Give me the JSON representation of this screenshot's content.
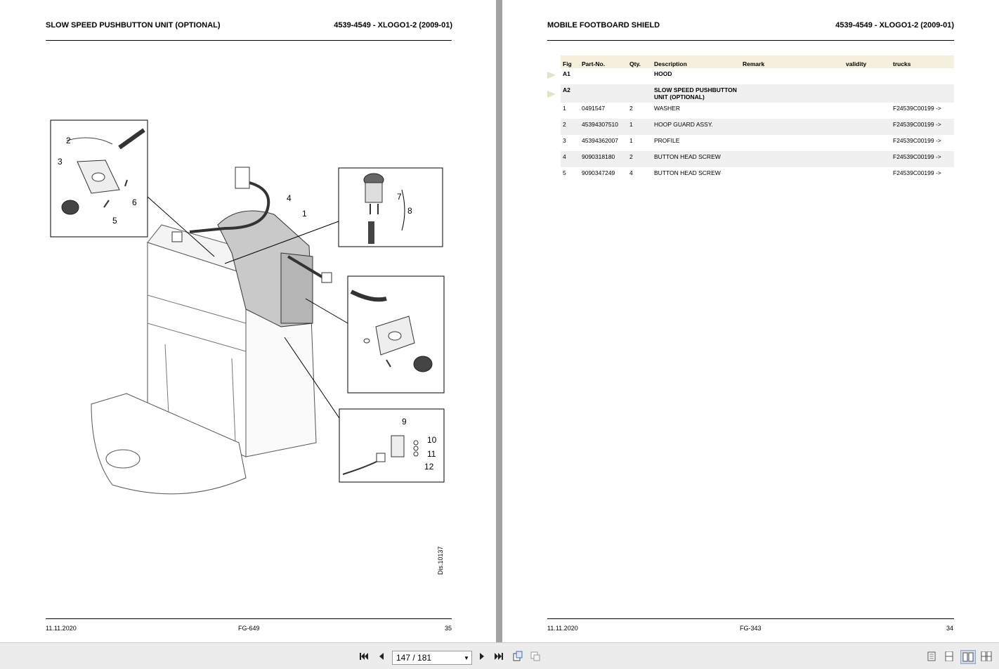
{
  "left_page": {
    "title": "SLOW SPEED PUSHBUTTON UNIT (OPTIONAL)",
    "ref": "4539-4549 - XLOGO1-2 (2009-01)",
    "footer_date": "11.11.2020",
    "footer_code": "FG-649",
    "footer_page": "35",
    "drawing_number": "Dis.10137",
    "callouts": [
      "1",
      "2",
      "3",
      "4",
      "5",
      "6",
      "7",
      "8",
      "9",
      "10",
      "11",
      "12"
    ]
  },
  "right_page": {
    "title": "MOBILE FOOTBOARD SHIELD",
    "ref": "4539-4549 - XLOGO1-2 (2009-01)",
    "footer_date": "11.11.2020",
    "footer_code": "FG-343",
    "footer_page": "34",
    "columns": [
      "Fig",
      "Part-No.",
      "Qty.",
      "Description",
      "Remark",
      "validity",
      "trucks"
    ],
    "rows": [
      {
        "fig": "A1",
        "part": "",
        "qty": "",
        "desc": "HOOD",
        "remark": "",
        "validity": "",
        "trucks": ""
      },
      {
        "fig": "A2",
        "part": "",
        "qty": "",
        "desc": "SLOW SPEED PUSHBUTTON UNIT (OPTIONAL)",
        "remark": "",
        "validity": "",
        "trucks": ""
      },
      {
        "fig": "1",
        "part": "0491547",
        "qty": "2",
        "desc": "WASHER",
        "remark": "",
        "validity": "",
        "trucks": "F24539C00199 ->"
      },
      {
        "fig": "2",
        "part": "45394307510",
        "qty": "1",
        "desc": "HOOP GUARD ASSY.",
        "remark": "",
        "validity": "",
        "trucks": "F24539C00199 ->"
      },
      {
        "fig": "3",
        "part": "45394362007",
        "qty": "1",
        "desc": "PROFILE",
        "remark": "",
        "validity": "",
        "trucks": "F24539C00199 ->"
      },
      {
        "fig": "4",
        "part": "9090318180",
        "qty": "2",
        "desc": "BUTTON HEAD SCREW",
        "remark": "",
        "validity": "",
        "trucks": "F24539C00199 ->"
      },
      {
        "fig": "5",
        "part": "9090347249",
        "qty": "4",
        "desc": "BUTTON HEAD SCREW",
        "remark": "",
        "validity": "",
        "trucks": "F24539C00199 ->"
      }
    ]
  },
  "toolbar": {
    "page_indicator": "147 / 181",
    "icons": [
      "first-page-icon",
      "previous-page-icon",
      "next-page-icon",
      "last-page-icon",
      "rotate-icon",
      "fit-icon",
      "single-page-view-icon",
      "continuous-view-icon",
      "two-page-view-icon",
      "two-page-continuous-icon"
    ]
  }
}
